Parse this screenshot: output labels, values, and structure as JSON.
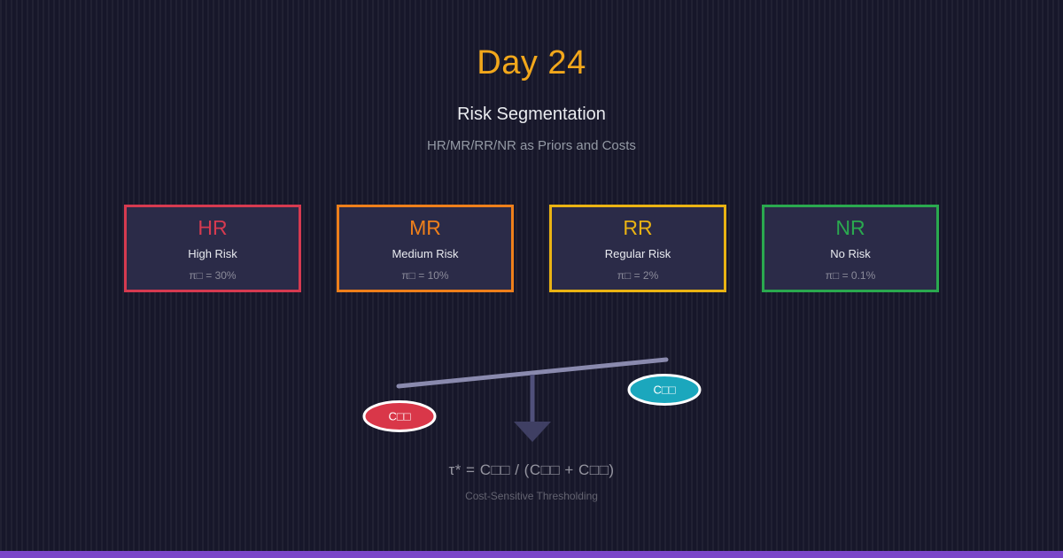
{
  "header": {
    "day": "Day 24",
    "title": "Risk Segmentation",
    "subtitle": "HR/MR/RR/NR as Priors and Costs"
  },
  "cards": [
    {
      "abbr": "HR",
      "name": "High Risk",
      "prior": "π□ = 30%",
      "color": "#d63a50"
    },
    {
      "abbr": "MR",
      "name": "Medium Risk",
      "prior": "π□ = 10%",
      "color": "#ee7f1b"
    },
    {
      "abbr": "RR",
      "name": "Regular Risk",
      "prior": "π□ = 2%",
      "color": "#eab313"
    },
    {
      "abbr": "NR",
      "name": "No Risk",
      "prior": "π□ = 0.1%",
      "color": "#2aa94f"
    }
  ],
  "balance": {
    "left_label": "C□□",
    "right_label": "C□□",
    "left_color": "#d93749",
    "right_color": "#1ba7bd",
    "beam_color": "#8a8aae",
    "post_color": "#50507a",
    "arrow_color": "#3f3f63"
  },
  "formula": {
    "text": "τ* = C□□ / (C□□ + C□□)",
    "caption": "Cost-Sensitive Thresholding"
  },
  "accent": {
    "gold": "#f2a71b",
    "bottom_bar": "#7a46c8"
  }
}
